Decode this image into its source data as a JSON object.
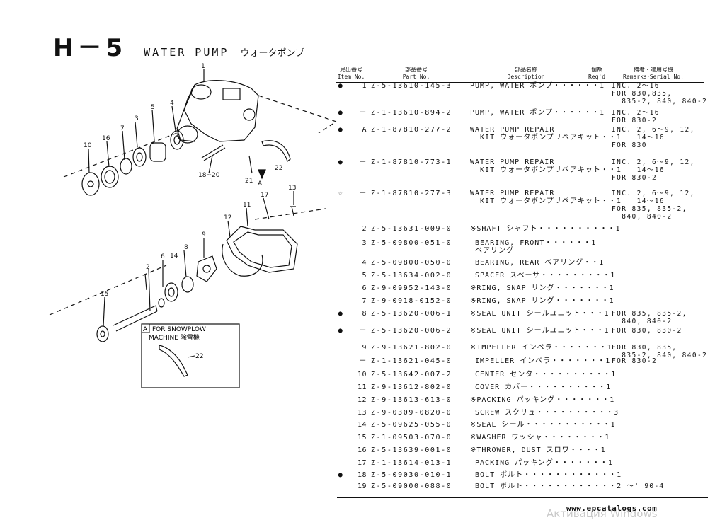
{
  "title": {
    "code": "H－5",
    "english": "WATER PUMP",
    "japanese": "ウォータポンプ"
  },
  "headers": {
    "item": [
      "見出番号",
      "Item No."
    ],
    "part": [
      "部品番号",
      "Part No."
    ],
    "desc": [
      "部品名称",
      "Description"
    ],
    "req": [
      "個数",
      "Req'd"
    ],
    "remarks": [
      "備考・適用号機",
      "Remarks･Serial No."
    ]
  },
  "rows": [
    {
      "mark": "●",
      "item": "1",
      "part": "Z-5-13610-145-3",
      "desc": "PUMP, WATER ポンプ・・・・・・1",
      "remarks": "INC. 2～16\nFOR 830,835,\n  835-2, 840, 840-2"
    },
    {
      "mark": "●",
      "item": "－",
      "part": "Z-1-13610-894-2",
      "desc": "PUMP, WATER ポンプ・・・・・・1",
      "remarks": "INC. 2～16\nFOR 830-2"
    },
    {
      "mark": "●",
      "item": "A",
      "part": "Z-1-87810-277-2",
      "desc": "WATER PUMP REPAIR\n  KIT ウォータポンプリペアキット・・1",
      "remarks": "INC. 2, 6～9, 12,\n     14～16\nFOR 830"
    },
    {
      "mark": "●",
      "item": "－",
      "part": "Z-1-87810-773-1",
      "desc": "WATER PUMP REPAIR\n  KIT ウォータポンプリペアキット・・1",
      "remarks": "INC. 2, 6～9, 12,\n     14～16\nFOR 830-2"
    },
    {
      "mark": "☆",
      "item": "－",
      "part": "Z-1-87810-277-3",
      "desc": "WATER PUMP REPAIR\n  KIT ウォータポンプリペアキット・・1",
      "remarks": "INC. 2, 6～9, 12,\n     14～16\nFOR 835, 835-2,\n  840, 840-2"
    },
    {
      "mark": "",
      "item": "2",
      "part": "Z-5-13631-009-0",
      "desc": "※SHAFT シャフト・・・・・・・・・・1",
      "remarks": ""
    },
    {
      "mark": "",
      "item": "3",
      "part": "Z-5-09800-051-0",
      "desc": " BEARING, FRONT・・・・・・1\n ベアリング",
      "remarks": ""
    },
    {
      "mark": "",
      "item": "4",
      "part": "Z-5-09800-050-0",
      "desc": " BEARING, REAR ベアリング・・1",
      "remarks": ""
    },
    {
      "mark": "",
      "item": "5",
      "part": "Z-5-13634-002-0",
      "desc": " SPACER スペーサ・・・・・・・・・1",
      "remarks": ""
    },
    {
      "mark": "",
      "item": "6",
      "part": "Z-9-09952-143-0",
      "desc": "※RING, SNAP リング・・・・・・・1",
      "remarks": ""
    },
    {
      "mark": "",
      "item": "7",
      "part": "Z-9-0918-0152-0",
      "desc": "※RING, SNAP リング・・・・・・・1",
      "remarks": ""
    },
    {
      "mark": "●",
      "item": "8",
      "part": "Z-5-13620-006-1",
      "desc": "※SEAL UNIT シールユニット・・・1",
      "remarks": "FOR 835, 835-2,\n  840, 840-2"
    },
    {
      "mark": "●",
      "item": "－",
      "part": "Z-5-13620-006-2",
      "desc": "※SEAL UNIT シールユニット・・・1",
      "remarks": "FOR 830, 830-2"
    },
    {
      "mark": "",
      "item": "9",
      "part": "Z-9-13621-802-0",
      "desc": "※IMPELLER インペラ・・・・・・・1",
      "remarks": "FOR 830, 835,\n  835-2, 840, 840-2"
    },
    {
      "mark": "",
      "item": "－",
      "part": "Z-1-13621-045-0",
      "desc": " IMPELLER インペラ・・・・・・・1",
      "remarks": "FOR 830-2"
    },
    {
      "mark": "",
      "item": "10",
      "part": "Z-5-13642-007-2",
      "desc": " CENTER センタ・・・・・・・・・・1",
      "remarks": ""
    },
    {
      "mark": "",
      "item": "11",
      "part": "Z-9-13612-802-0",
      "desc": " COVER カバー・・・・・・・・・・1",
      "remarks": ""
    },
    {
      "mark": "",
      "item": "12",
      "part": "Z-9-13613-613-0",
      "desc": "※PACKING パッキング・・・・・・・1",
      "remarks": ""
    },
    {
      "mark": "",
      "item": "13",
      "part": "Z-9-0309-0820-0",
      "desc": " SCREW スクリュ・・・・・・・・・・3",
      "remarks": ""
    },
    {
      "mark": "",
      "item": "14",
      "part": "Z-5-09625-055-0",
      "desc": "※SEAL シール・・・・・・・・・・・1",
      "remarks": ""
    },
    {
      "mark": "",
      "item": "15",
      "part": "Z-1-09503-070-0",
      "desc": "※WASHER ワッシャ・・・・・・・・1",
      "remarks": ""
    },
    {
      "mark": "",
      "item": "16",
      "part": "Z-5-13639-001-0",
      "desc": "※THROWER, DUST スロワ・・・・1",
      "remarks": ""
    },
    {
      "mark": "",
      "item": "17",
      "part": "Z-1-13614-013-1",
      "desc": " PACKING パッキング・・・・・・・1",
      "remarks": ""
    },
    {
      "mark": "●",
      "item": "18",
      "part": "Z-5-09030-010-1",
      "desc": " BOLT ボルト・・・・・・・・・・・・1",
      "remarks": ""
    },
    {
      "mark": "",
      "item": "19",
      "part": "Z-5-09000-088-0",
      "desc": " BOLT ボルト・・・・・・・・・・・・2 ～' 90-4",
      "remarks": ""
    }
  ],
  "diagram": {
    "callouts": [
      "1",
      "2",
      "3",
      "4",
      "5",
      "6",
      "7",
      "8",
      "9",
      "10",
      "11",
      "12",
      "13",
      "14",
      "15",
      "16",
      "17",
      "21",
      "22",
      "18~20",
      "A"
    ],
    "inset_title": "FOR SNOWPLOW",
    "inset_subtitle": "MACHINE 除雪機",
    "inset_marker": "A",
    "inset_callout": "22"
  },
  "footer": {
    "url": "www.epcatalogs.com",
    "watermark": "Активация Windows"
  }
}
